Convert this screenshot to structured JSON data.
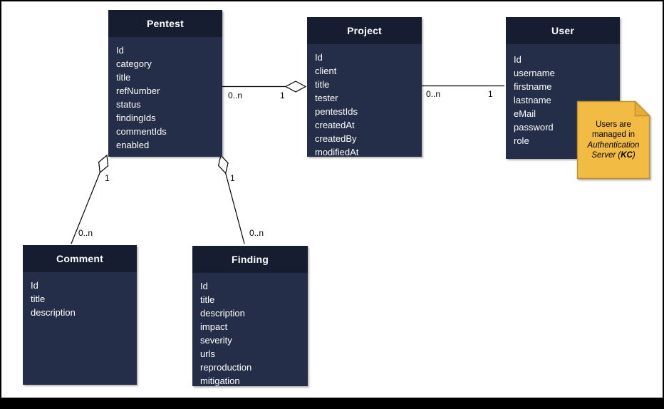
{
  "diagram": {
    "entities": [
      {
        "name": "Pentest",
        "fields": [
          "Id",
          "category",
          "title",
          "refNumber",
          "status",
          "findingIds",
          "commentIds",
          "enabled"
        ]
      },
      {
        "name": "Project",
        "fields": [
          "Id",
          "client",
          "title",
          "tester",
          "pentestIds",
          "createdAt",
          "createdBy",
          "modifiedAt"
        ]
      },
      {
        "name": "User",
        "fields": [
          "Id",
          "username",
          "firstname",
          "lastname",
          "eMail",
          "password",
          "role"
        ]
      },
      {
        "name": "Comment",
        "fields": [
          "Id",
          "title",
          "description"
        ]
      },
      {
        "name": "Finding",
        "fields": [
          "Id",
          "title",
          "description",
          "impact",
          "severity",
          "urls",
          "reproduction",
          "mitigation"
        ]
      }
    ],
    "connectors": [
      {
        "from": "Pentest",
        "to": "Project",
        "from_label": "0..n",
        "to_label": "1",
        "end_marker": "hollow-diamond"
      },
      {
        "from": "Project",
        "to": "User",
        "from_label": "0..n",
        "to_label": "1",
        "end_marker": "none"
      },
      {
        "from": "Pentest",
        "to": "Comment",
        "from_label": "1",
        "to_label": "0..n",
        "end_marker": "hollow-diamond"
      },
      {
        "from": "Pentest",
        "to": "Finding",
        "from_label": "1",
        "to_label": "0..n",
        "end_marker": "hollow-diamond"
      }
    ],
    "note": {
      "line1": "Users are",
      "line2": "managed in",
      "line3": "Authentication",
      "line4_pre": "Server (",
      "line4_bold": "KC",
      "line4_post": ")"
    },
    "colors": {
      "entity_header": "#161d31",
      "entity_body": "#252e48",
      "entity_text": "#ffffff",
      "note_fill": "#f1bb44",
      "note_border": "#bf8f2e",
      "connector_line": "#000000"
    }
  }
}
